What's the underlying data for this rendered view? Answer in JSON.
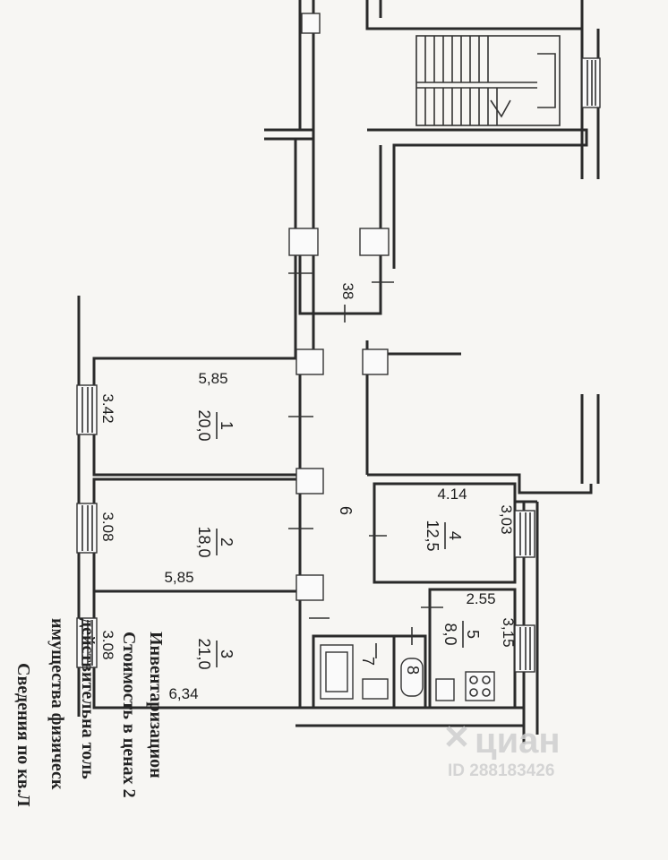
{
  "plan": {
    "rooms": [
      {
        "id": "1",
        "area": "20,0",
        "width": "5,85",
        "depth": "3.42"
      },
      {
        "id": "2",
        "area": "18,0",
        "width": "5,85",
        "depth": "3.08"
      },
      {
        "id": "3",
        "area": "21,0",
        "width": "6,34",
        "depth": "3.08"
      },
      {
        "id": "4",
        "area": "12,5",
        "width": "4.14",
        "depth": "3,03"
      },
      {
        "id": "5",
        "area": "8,0",
        "width": "2.55",
        "depth": "3,15"
      },
      {
        "id": "6"
      },
      {
        "id": "7"
      },
      {
        "id": "8"
      }
    ],
    "corridor_label": "38"
  },
  "document_text": {
    "line1": "Инвентаризацион",
    "line2": "Стоимость в ценах 2",
    "line3": "действительна толь",
    "line4": "имущества физическ",
    "line5": "Сведения по кв.Л"
  },
  "watermark": {
    "brand": "циан",
    "id": "ID 288183426"
  }
}
